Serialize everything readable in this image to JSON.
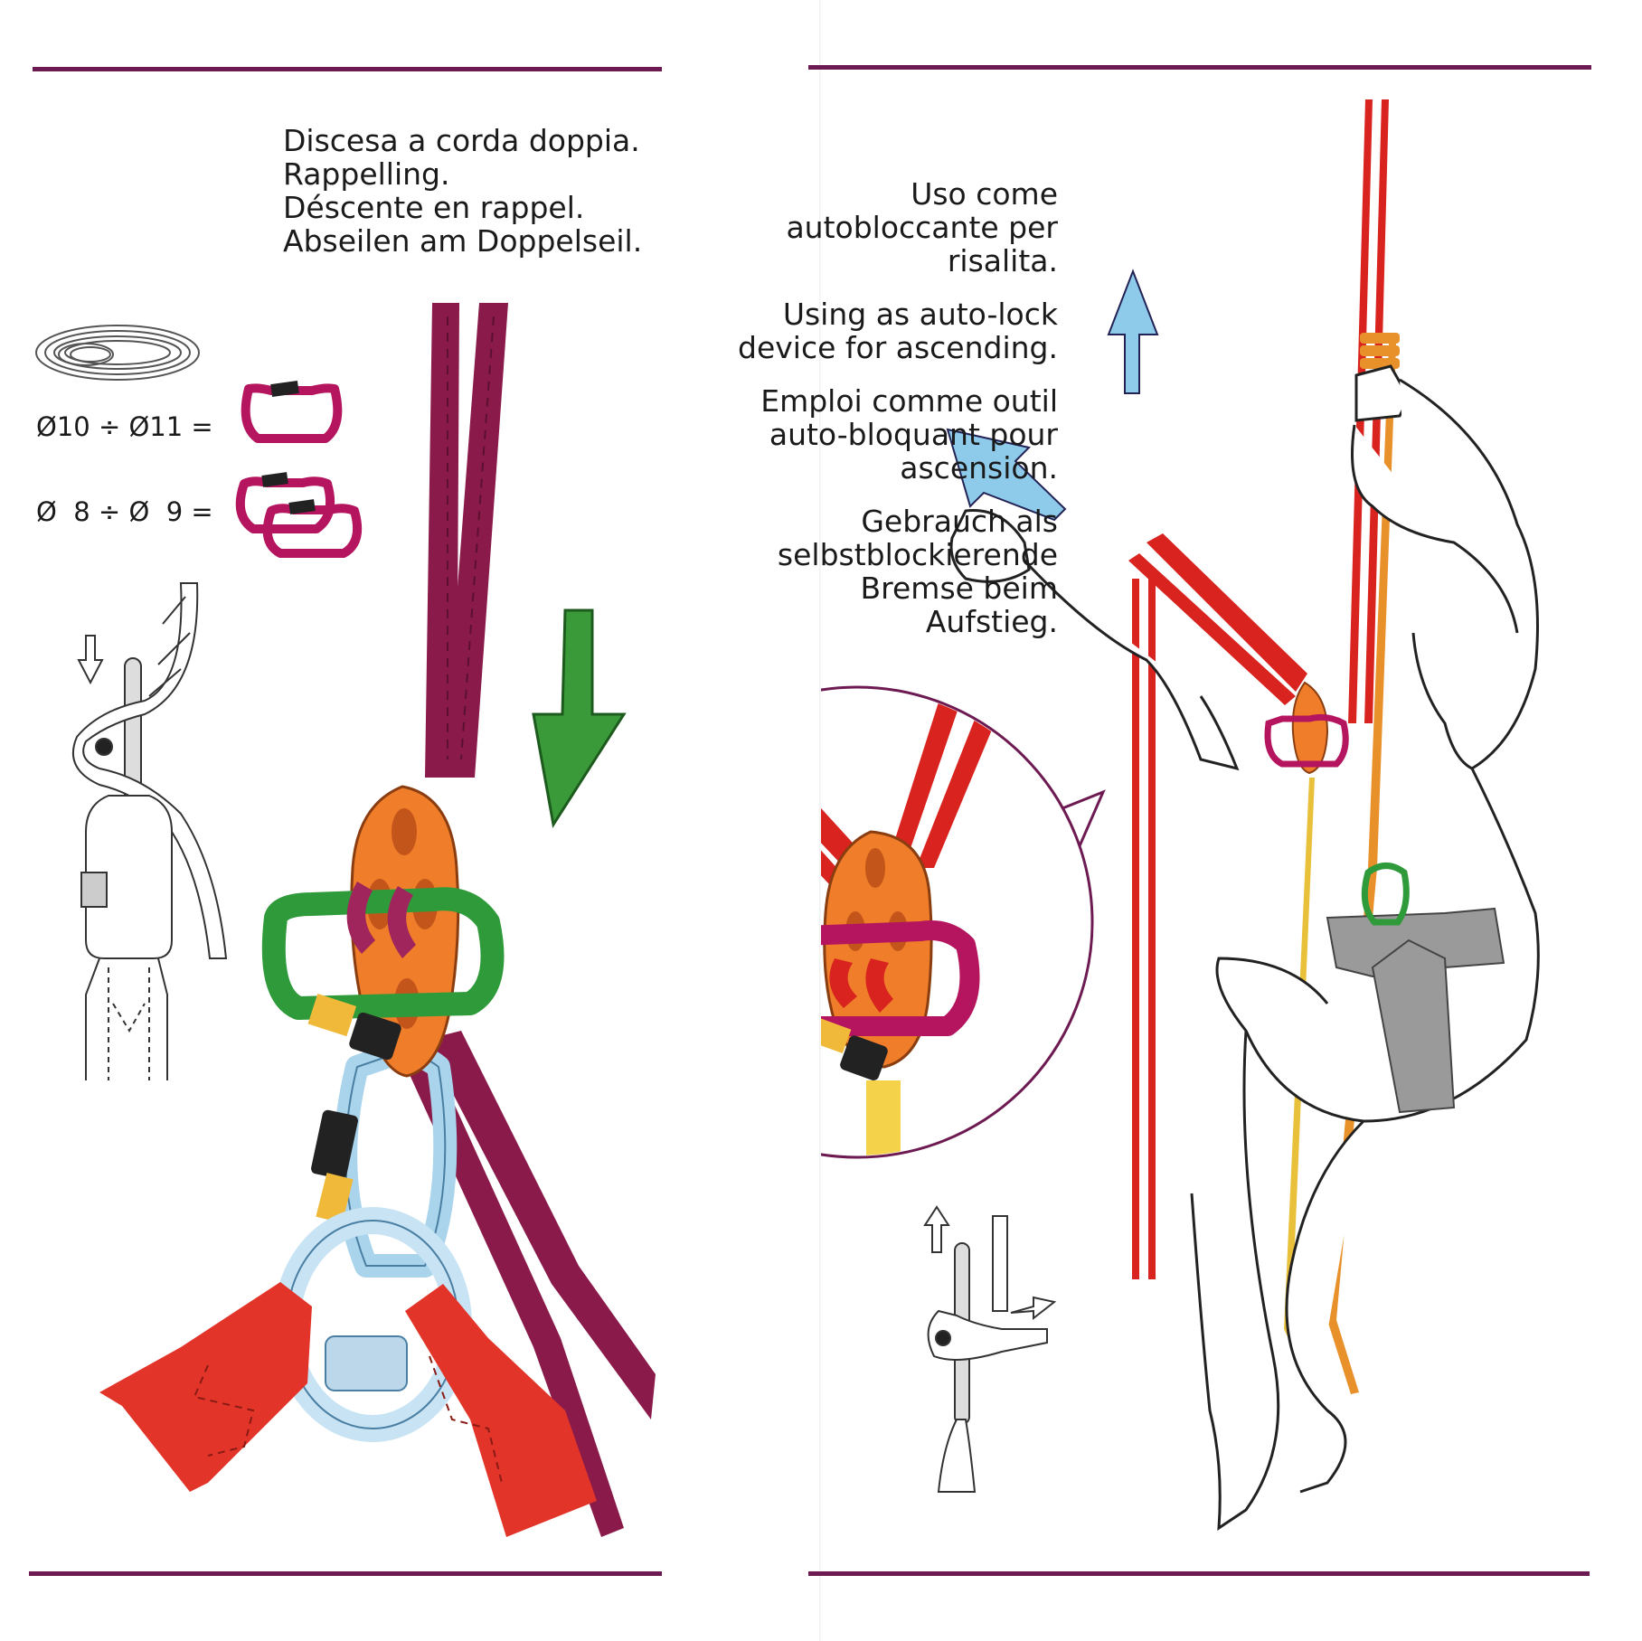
{
  "left_page": {
    "title_lines": [
      "Discesa a corda doppia.",
      "Rappelling.",
      "Déscente en rappel.",
      "Abseilen am Doppelseil."
    ],
    "rope_formula_1": "Ø10 ÷ Ø11 =",
    "rope_formula_2": "Ø  8 ÷ Ø  9 ="
  },
  "right_page": {
    "caption_it": [
      "Uso come",
      "autobloccante per",
      "risalita."
    ],
    "caption_en": [
      "Using as auto-lock",
      "device for ascending."
    ],
    "caption_fr": [
      "Emploi comme outil",
      "auto-bloquant pour",
      "ascension."
    ],
    "caption_de": [
      "Gebrauch als",
      "selbstblockierende",
      "Bremse beim",
      "Aufstieg."
    ]
  },
  "colors": {
    "rule": "#6e1a52",
    "rope_dark": "#8a1a4a",
    "rope_red": "#d8231e",
    "device_orange": "#ef7d2a",
    "carabiner_green": "#2e9a3a",
    "carabiner_magenta": "#b5145e",
    "carabiner_blue": "#a9d4ec",
    "arrow_green": "#3a9a3a",
    "arrow_blue": "#8ecbea",
    "sling_red": "#e3342a",
    "harness_gray": "#9a9a9a"
  }
}
